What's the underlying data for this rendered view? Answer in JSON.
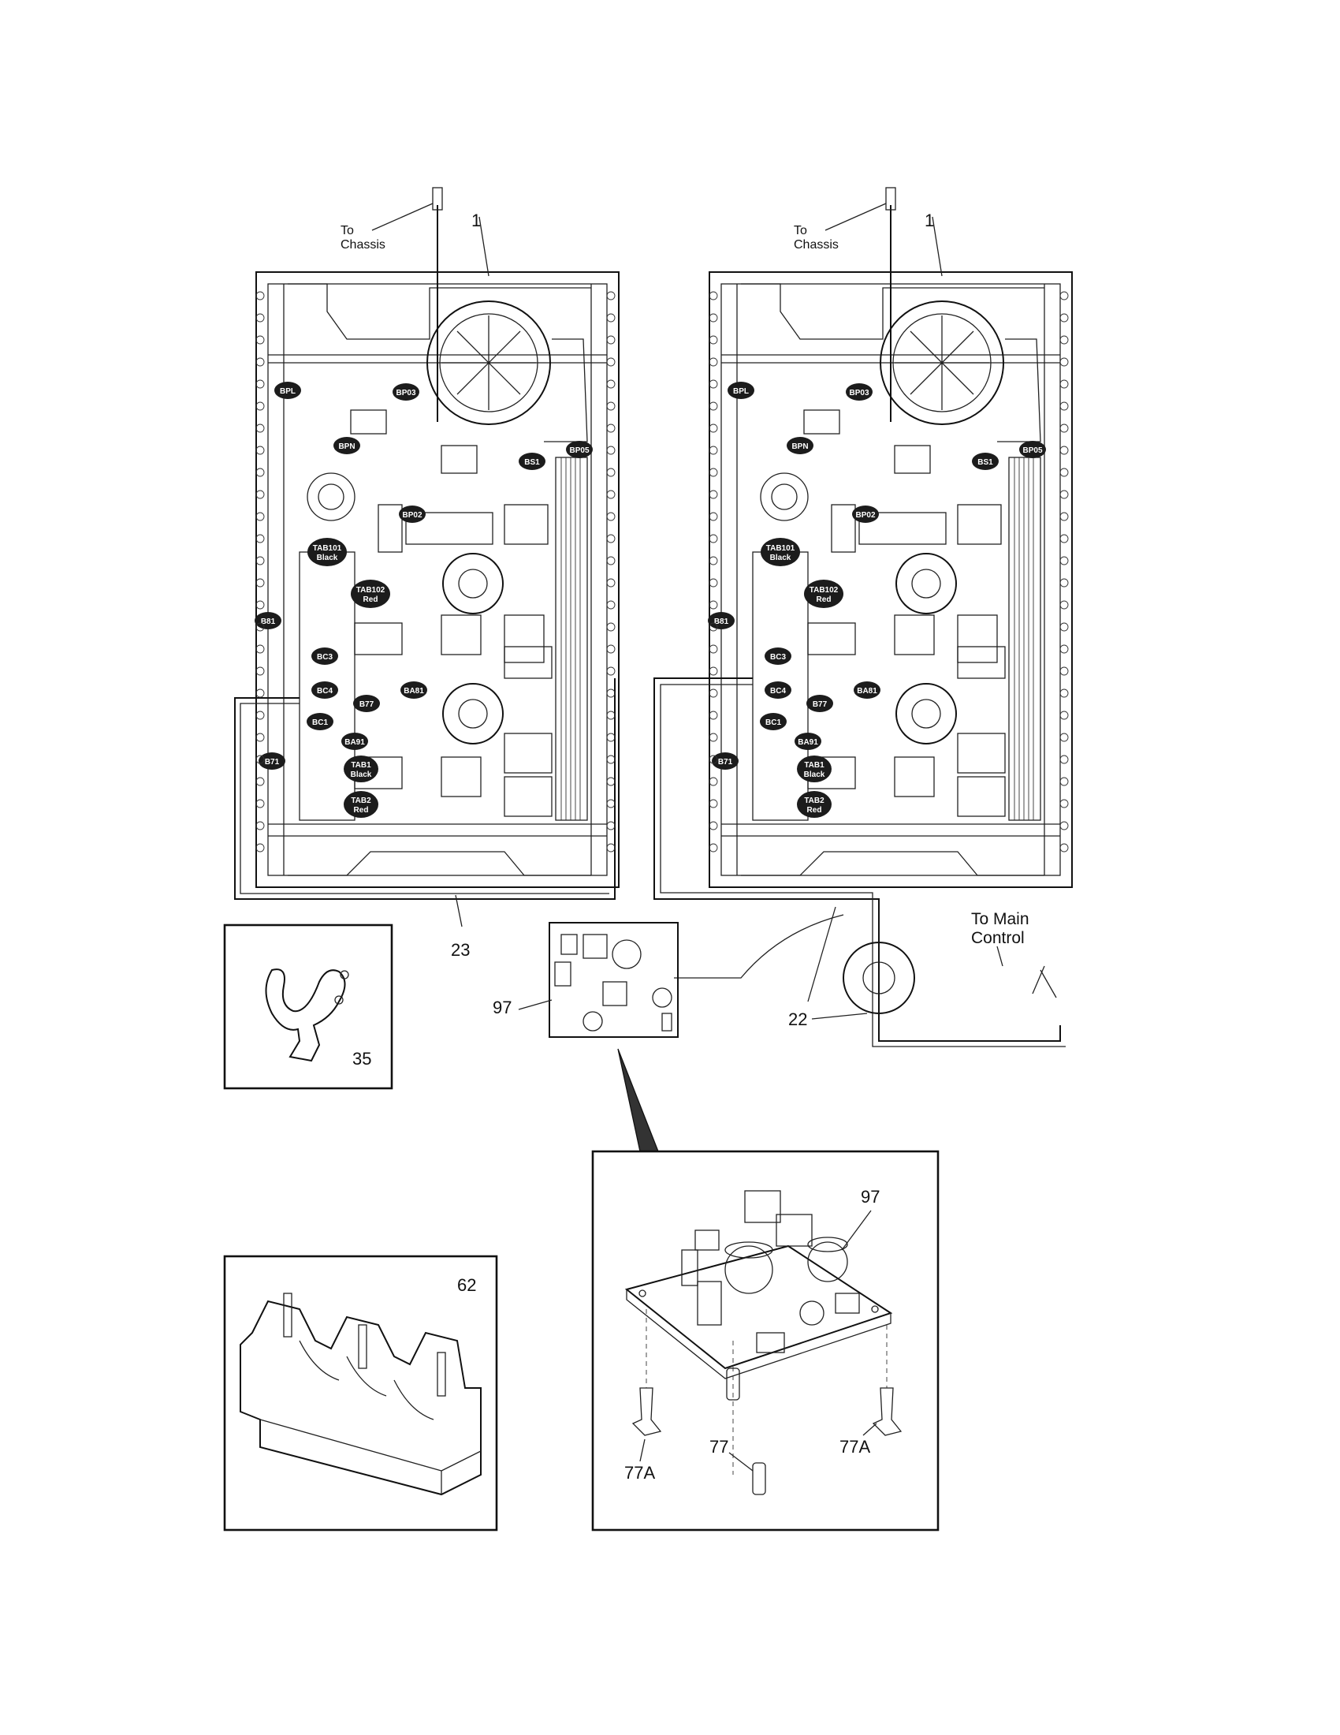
{
  "diagram": {
    "callouts": {
      "to_chassis": [
        "To",
        "Chassis"
      ],
      "part_1": "1",
      "part_22": "22",
      "part_23": "23",
      "part_35": "35",
      "part_62": "62",
      "part_97": "97",
      "part_77": "77",
      "part_77a": "77A",
      "to_main_control": [
        "To Main",
        "Control"
      ]
    },
    "board_labels": {
      "bpl": "BPL",
      "bp03": "BP03",
      "bpn": "BPN",
      "bp05": "BP05",
      "bs1": "BS1",
      "bp02": "BP02",
      "tab101": [
        "TAB101",
        "Black"
      ],
      "tab102": [
        "TAB102",
        "Red"
      ],
      "b81": "B81",
      "bc3": "BC3",
      "bc4": "BC4",
      "b77": "B77",
      "ba81": "BA81",
      "bc1": "BC1",
      "ba91": "BA91",
      "b71": "B71",
      "tab1": [
        "TAB1",
        "Black"
      ],
      "tab2": [
        "TAB2",
        "Red"
      ]
    },
    "colors": {
      "line": "#111111",
      "badge": "#1c1c1c",
      "background": "#ffffff"
    }
  }
}
